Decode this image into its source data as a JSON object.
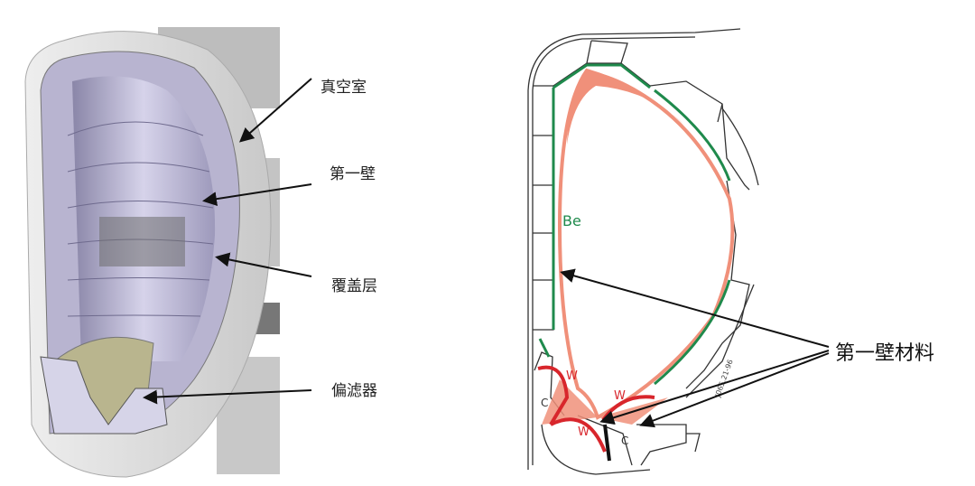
{
  "left_figure": {
    "labels": [
      "真空室",
      "第一壁",
      "覆盖层",
      "偏滤器"
    ]
  },
  "right_figure": {
    "material_be": "Be",
    "material_w": "W",
    "material_c": "C",
    "drawing_code": "J065.21-96",
    "callout": "第一壁材料"
  },
  "colors": {
    "be_green": "#1f8a4c",
    "plasma": "#f0907a",
    "tungsten": "#d8262c",
    "shell": "#d9d9d9",
    "blanket": "#b8b4d0"
  }
}
